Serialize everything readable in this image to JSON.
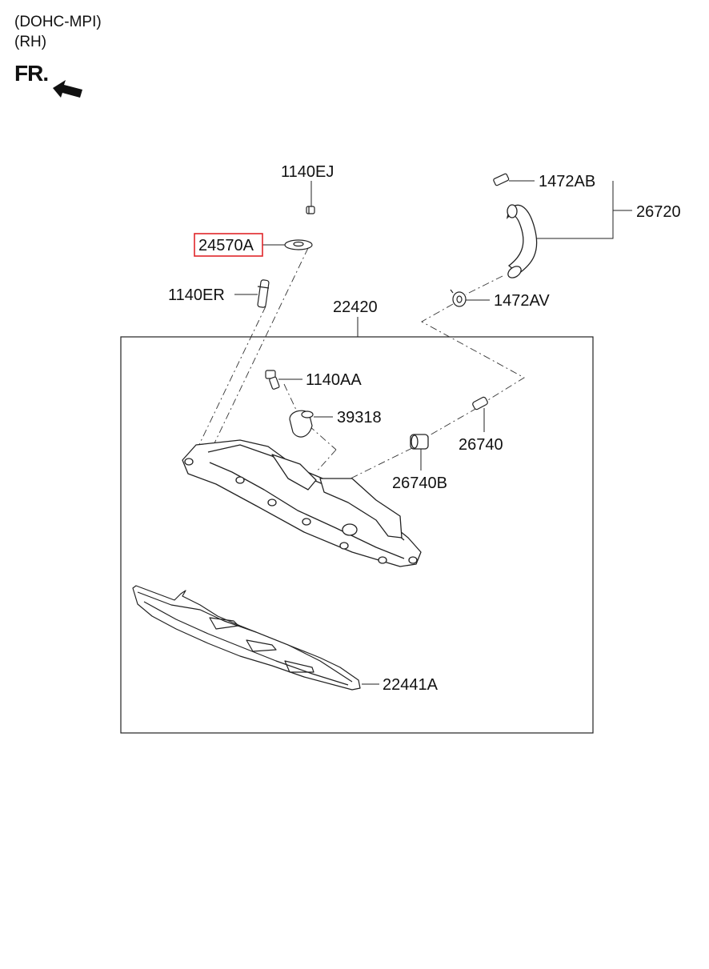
{
  "header": {
    "line1": "(DOHC-MPI)",
    "line2": "(RH)",
    "front_marker": "FR."
  },
  "highlight_color": "#e0262a",
  "parts": [
    {
      "id": "p-1140EJ",
      "label": "1140EJ"
    },
    {
      "id": "p-24570A",
      "label": "24570A",
      "highlighted": true
    },
    {
      "id": "p-1140ER",
      "label": "1140ER"
    },
    {
      "id": "p-22420",
      "label": "22420"
    },
    {
      "id": "p-1472AB",
      "label": "1472AB"
    },
    {
      "id": "p-26720",
      "label": "26720"
    },
    {
      "id": "p-1472AV",
      "label": "1472AV"
    },
    {
      "id": "p-1140AA",
      "label": "1140AA"
    },
    {
      "id": "p-39318",
      "label": "39318"
    },
    {
      "id": "p-26740",
      "label": "26740"
    },
    {
      "id": "p-26740B",
      "label": "26740B"
    },
    {
      "id": "p-22441A",
      "label": "22441A"
    }
  ]
}
